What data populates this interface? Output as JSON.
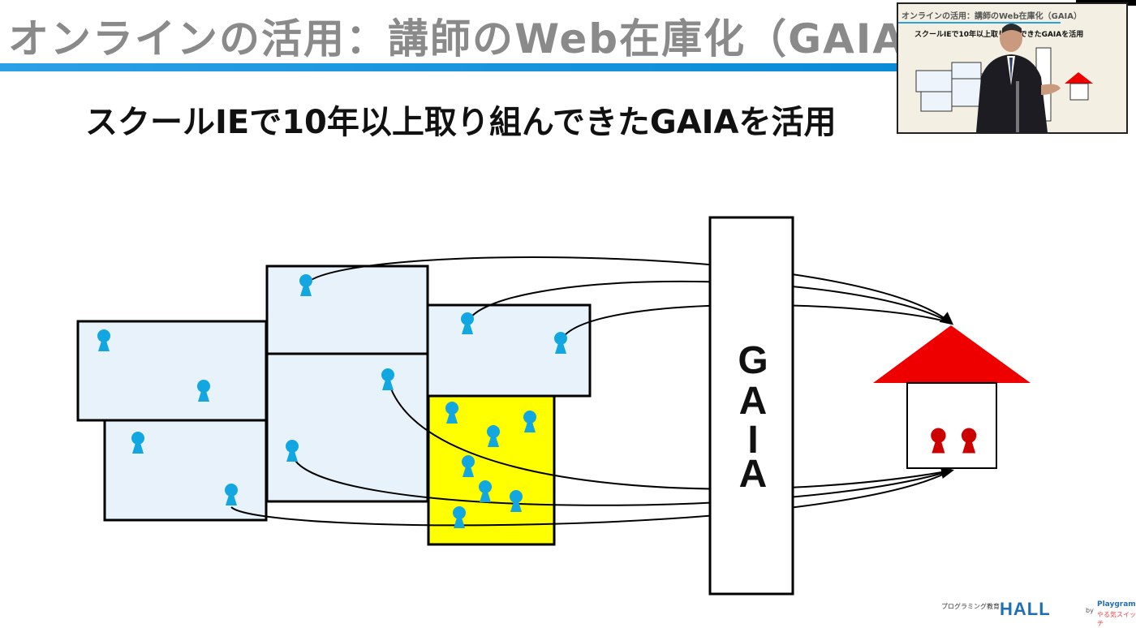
{
  "slide": {
    "title": "オンラインの活用：講師のWeb在庫化（GAIA）",
    "subtitle": "スクールIEで10年以上取り組んできたGAIAを活用",
    "gaia_label": [
      "G",
      "A",
      "I",
      "A"
    ]
  },
  "footer": {
    "caption": "プログラミング教育",
    "logo": "HALL",
    "by": "by",
    "brand_top": "Playgram",
    "brand_bottom": "やる気スイッチ"
  },
  "inset": {
    "title": "オンラインの活用：講師のWeb在庫化（GAIA）",
    "subtitle": "スクールIEで10年以上取り組んできたGAIAを活用"
  },
  "colors": {
    "box_fill": "#e8f2fb",
    "yellow_box": "#ffff00",
    "person_blue": "#12a7e0",
    "house_red": "#ee0000",
    "title_gray": "#8a8a8a",
    "title_bar": "#1a96de"
  },
  "icons": [
    "person-icon",
    "house-icon",
    "video-camera-icon"
  ]
}
